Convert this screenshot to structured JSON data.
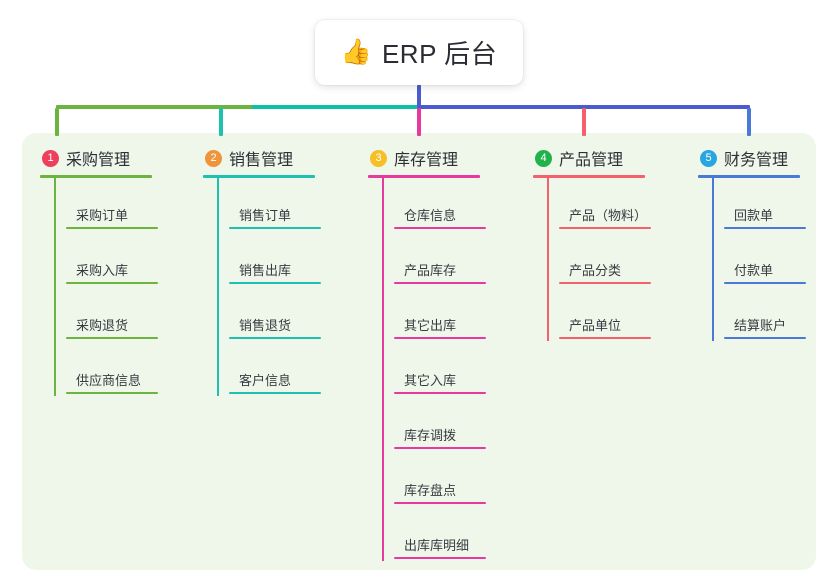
{
  "root": {
    "emoji": "👍",
    "emoji_name": "thumbs-up-icon",
    "title": "ERP 后台"
  },
  "colors": {
    "page_background": "#ffffff",
    "panel_background": "#eef7e9",
    "root_stem": "#4d5bd0",
    "bus_green": "#6cb33f",
    "bus_teal": "#0fbfa8",
    "bus_blue": "#4d5bd0",
    "branch_green": "#6cb33f",
    "branch_teal": "#1ec1b0",
    "branch_pink": "#e8399f",
    "branch_red": "#f4606c",
    "branch_blue": "#4a79d8",
    "badge_1": "#ee3f5c",
    "badge_2": "#f0943c",
    "badge_3": "#f6bf26",
    "badge_4": "#22b24c",
    "badge_5": "#29a6e0",
    "text_dark": "#2f2f38",
    "text_leaf": "#3a3a42"
  },
  "branches": [
    {
      "number": "1",
      "title": "采购管理",
      "accent": "#6cb33f",
      "badge_color": "#ee3f5c",
      "leaves": [
        {
          "label": "采购订单"
        },
        {
          "label": "采购入库"
        },
        {
          "label": "采购退货"
        },
        {
          "label": "供应商信息"
        }
      ]
    },
    {
      "number": "2",
      "title": "销售管理",
      "accent": "#1ec1b0",
      "badge_color": "#f0943c",
      "leaves": [
        {
          "label": "销售订单"
        },
        {
          "label": "销售出库"
        },
        {
          "label": "销售退货"
        },
        {
          "label": "客户信息"
        }
      ]
    },
    {
      "number": "3",
      "title": "库存管理",
      "accent": "#e8399f",
      "badge_color": "#f6bf26",
      "leaves": [
        {
          "label": "仓库信息"
        },
        {
          "label": "产品库存"
        },
        {
          "label": "其它出库"
        },
        {
          "label": "其它入库"
        },
        {
          "label": "库存调拨"
        },
        {
          "label": "库存盘点"
        },
        {
          "label": "出库库明细"
        }
      ]
    },
    {
      "number": "4",
      "title": "产品管理",
      "accent": "#f4606c",
      "badge_color": "#22b24c",
      "leaves": [
        {
          "label": "产品（物料）"
        },
        {
          "label": "产品分类"
        },
        {
          "label": "产品单位"
        }
      ]
    },
    {
      "number": "5",
      "title": "财务管理",
      "accent": "#4a79d8",
      "badge_color": "#29a6e0",
      "leaves": [
        {
          "label": "回款单"
        },
        {
          "label": "付款单"
        },
        {
          "label": "结算账户"
        }
      ]
    }
  ]
}
